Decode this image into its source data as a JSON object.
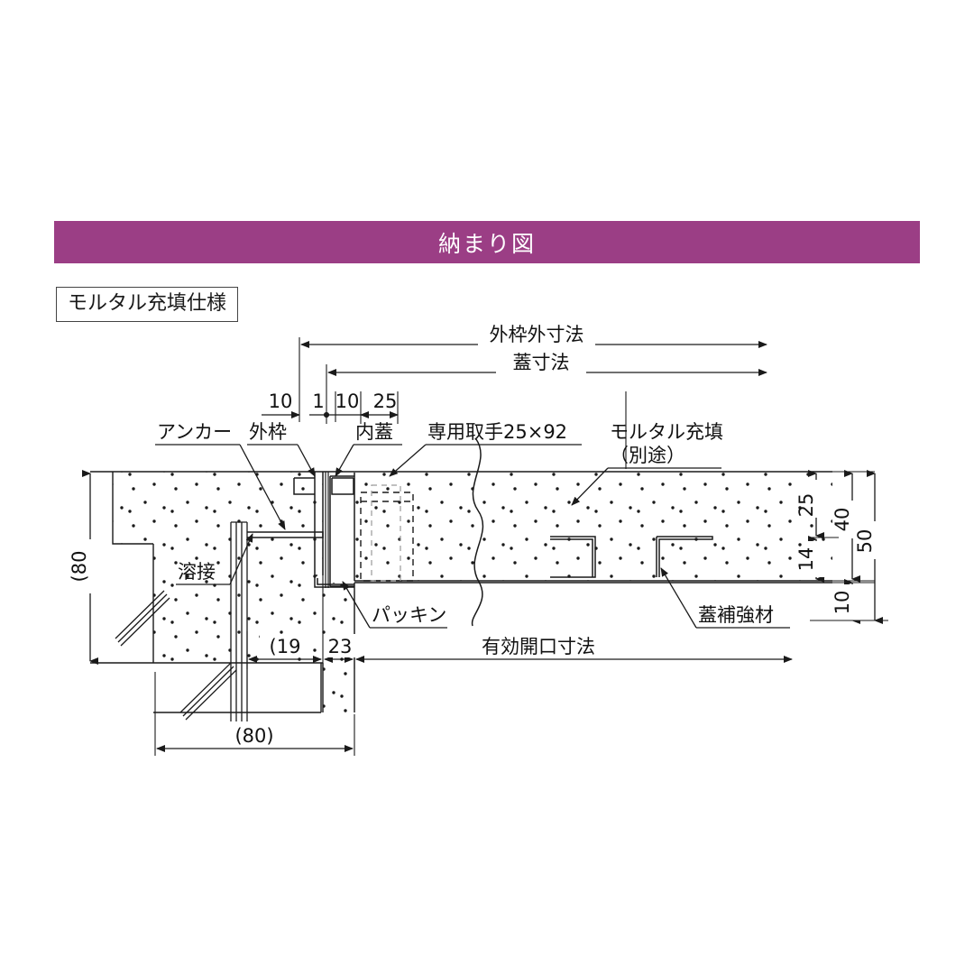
{
  "header": {
    "title": "納まり図",
    "bar_color": "#9b3e85",
    "text_color": "#ffffff"
  },
  "spec_box": {
    "label": "モルタル充填仕様"
  },
  "drawing": {
    "type": "technical-section-detail",
    "line_color": "#1a1a1a",
    "dimensions_top": [
      {
        "id": "outer-frame-outer-dim",
        "label": "外枠外寸法"
      },
      {
        "id": "lid-dim",
        "label": "蓋寸法"
      }
    ],
    "dimensions_small_top": [
      {
        "id": "dim-10-left",
        "label": "10"
      },
      {
        "id": "dim-1",
        "label": "1"
      },
      {
        "id": "dim-10-right",
        "label": "10"
      },
      {
        "id": "dim-25",
        "label": "25"
      }
    ],
    "dimensions_right": [
      {
        "id": "dim-25-right",
        "label": "25"
      },
      {
        "id": "dim-14-right",
        "label": "14"
      },
      {
        "id": "dim-40-right",
        "label": "40"
      },
      {
        "id": "dim-50-right",
        "label": "50"
      },
      {
        "id": "dim-10-right-lower",
        "label": "10"
      }
    ],
    "dimensions_left": [
      {
        "id": "dim-80-vertical",
        "label": "(80"
      }
    ],
    "dimensions_bottom": [
      {
        "id": "dim-19",
        "label": "(19"
      },
      {
        "id": "dim-23",
        "label": "23"
      },
      {
        "id": "dim-80-horizontal",
        "label": "(80)"
      },
      {
        "id": "effective-opening-dim",
        "label": "有効開口寸法"
      }
    ],
    "callouts": [
      {
        "id": "anchor",
        "label": "アンカー"
      },
      {
        "id": "outer-frame",
        "label": "外枠"
      },
      {
        "id": "inner-lid",
        "label": "内蓋"
      },
      {
        "id": "handle",
        "label": "専用取手25×92"
      },
      {
        "id": "mortar-fill-line1",
        "label": "モルタル充填"
      },
      {
        "id": "mortar-fill-line2",
        "label": "（別途）"
      },
      {
        "id": "weld",
        "label": "溶接"
      },
      {
        "id": "packing",
        "label": "パッキン"
      },
      {
        "id": "lid-reinforcement",
        "label": "蓋補強材"
      }
    ]
  }
}
